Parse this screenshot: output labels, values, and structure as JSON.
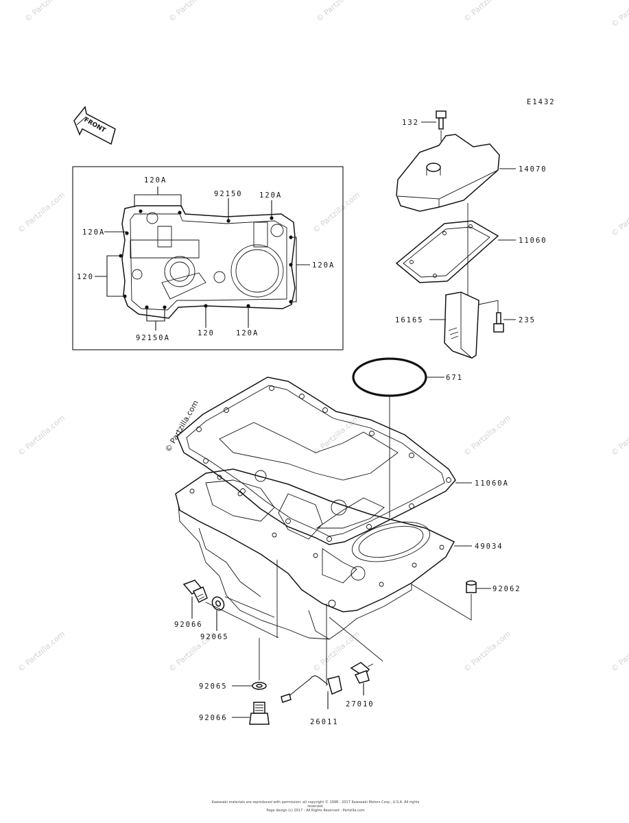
{
  "diagram_code": "E1432",
  "front_arrow_text": "FRONT",
  "watermark_text": "© Partzilla.com",
  "callouts": {
    "c120A_top": "120A",
    "c92150": "92150",
    "c120A_topright": "120A",
    "c120A_left": "120A",
    "c120": "120",
    "c120A_right": "120A",
    "c92150A": "92150A",
    "c120_bottom": "120",
    "c120A_bottom": "120A",
    "c132": "132",
    "c14070": "14070",
    "c11060": "11060",
    "c16165": "16165",
    "c235": "235",
    "c671": "671",
    "c11060A": "11060A",
    "c49034": "49034",
    "c92062": "92062",
    "c92066_upper": "92066",
    "c92065_upper": "92065",
    "c92065_lower": "92065",
    "c92066_lower": "92066",
    "c26011": "26011",
    "c27010": "27010"
  },
  "footer_line1": "Kawasaki materials are reproduced with permission, all copyright © 1998 - 2017 Kawasaki Motors Corp., U.S.A. All rights reserved.",
  "footer_line2": "Page design (c) 2017 - All Rights Reserved - Partzilla.com"
}
